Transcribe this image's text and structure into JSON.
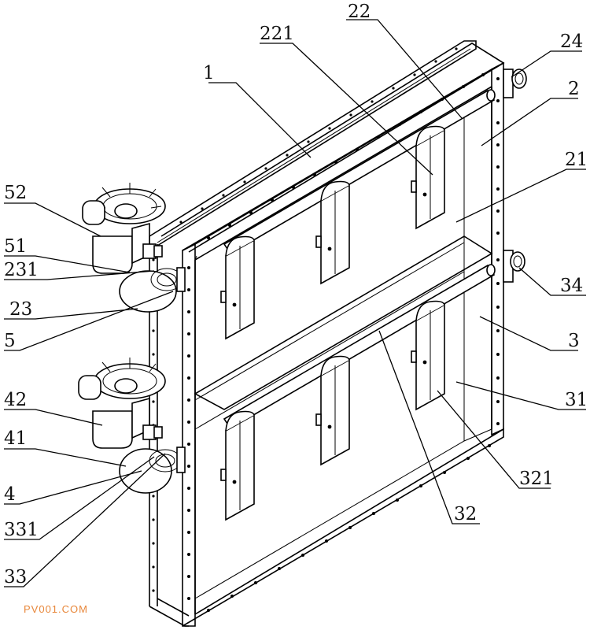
{
  "figure": {
    "labels": {
      "l1": "1",
      "l2": "2",
      "l21": "21",
      "l22": "22",
      "l221": "221",
      "l23": "23",
      "l231": "231",
      "l24": "24",
      "l3": "3",
      "l31": "31",
      "l32": "32",
      "l321": "321",
      "l33": "33",
      "l331": "331",
      "l34": "34",
      "l4": "4",
      "l41": "41",
      "l42": "42",
      "l5": "5",
      "l51": "51",
      "l52": "52"
    },
    "watermark": "PV001.COM"
  }
}
